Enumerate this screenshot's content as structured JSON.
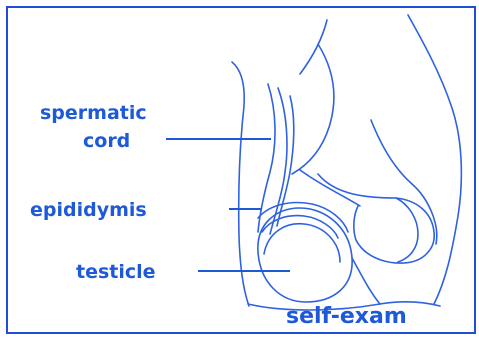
{
  "diagram": {
    "labels": {
      "spermatic": "spermatic",
      "cord": "cord",
      "epididymis": "epididymis",
      "testicle": "testicle",
      "caption": "self-exam"
    },
    "colors": {
      "stroke": "#2f62e0",
      "text": "#1d59d8",
      "border": "#1e4fd6",
      "background": "#ffffff"
    }
  }
}
